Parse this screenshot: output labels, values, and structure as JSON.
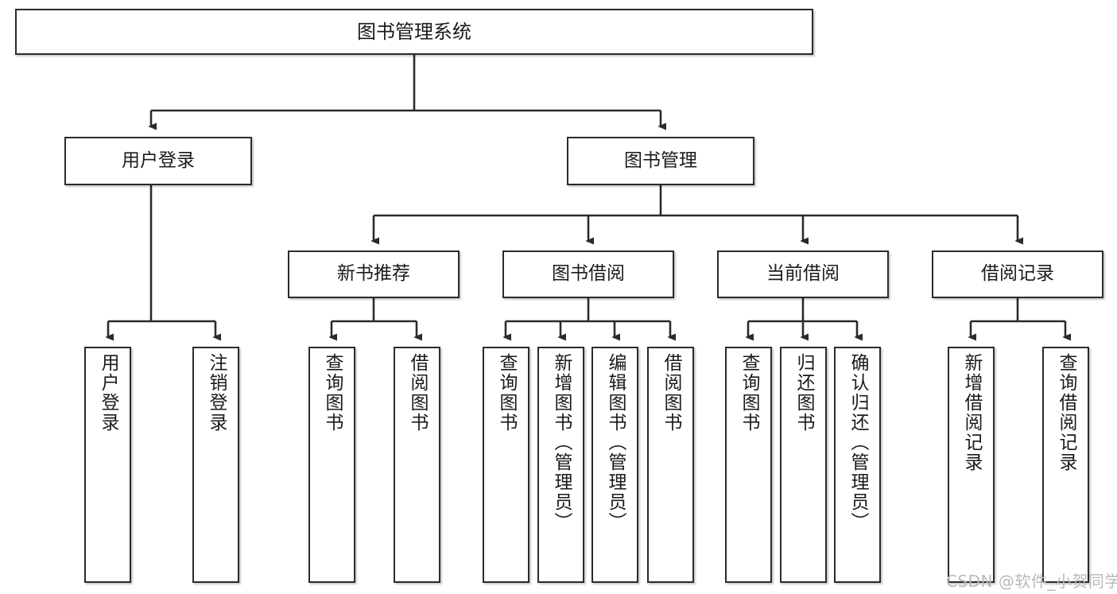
{
  "diagram": {
    "title": "图书管理系统",
    "type": "tree-hierarchy-chart",
    "root": {
      "label": "图书管理系统"
    },
    "level2": [
      {
        "label": "用户登录"
      },
      {
        "label": "图书管理"
      }
    ],
    "level3": [
      {
        "label": "新书推荐"
      },
      {
        "label": "图书借阅"
      },
      {
        "label": "当前借阅"
      },
      {
        "label": "借阅记录"
      }
    ],
    "leaves": {
      "user_login": [
        {
          "label": "用户登录"
        },
        {
          "label": "注销登录"
        }
      ],
      "new_book_recommend": [
        {
          "label": "查询图书"
        },
        {
          "label": "借阅图书"
        }
      ],
      "book_borrow": [
        {
          "label": "查询图书"
        },
        {
          "label": "新增图书（管理员）"
        },
        {
          "label": "编辑图书（管理员）"
        },
        {
          "label": "借阅图书"
        }
      ],
      "current_borrow": [
        {
          "label": "查询图书"
        },
        {
          "label": "归还图书"
        },
        {
          "label": "确认归还（管理员）"
        }
      ],
      "borrow_record": [
        {
          "label": "新增借阅记录"
        },
        {
          "label": "查询借阅记录"
        }
      ]
    }
  },
  "watermark": {
    "text": "CSDN @软件_小贺同学"
  },
  "colors": {
    "border": "#2b2b2b",
    "background": "#ffffff",
    "text": "#1b1b1b",
    "watermark": "#b9b9b9"
  }
}
